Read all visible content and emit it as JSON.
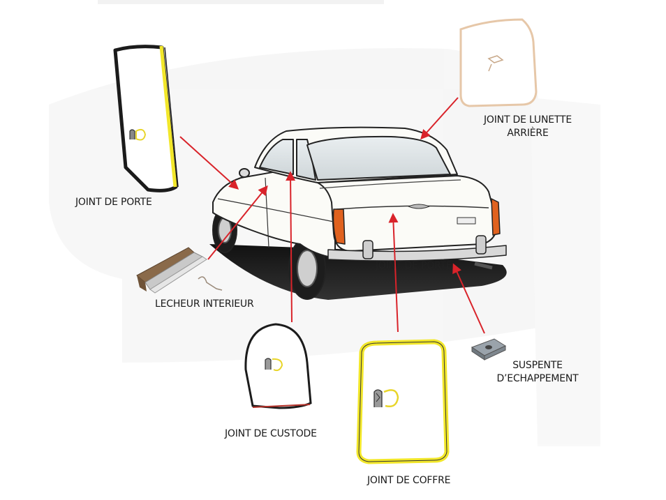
{
  "labels": {
    "joint_porte": "JOINT DE PORTE",
    "joint_lunette_line1": "JOINT DE LUNETTE",
    "joint_lunette_line2": "ARRIÈRE",
    "lecheur": "LECHEUR INTERIEUR",
    "joint_custode": "JOINT DE CUSTODE",
    "joint_coffre": "JOINT DE COFFRE",
    "suspente_line1": "SUSPENTE",
    "suspente_line2": "D’ECHAPPEMENT",
    "ghost_text": "JOINT DE PORTE"
  },
  "colors": {
    "arrow": "#d9232a",
    "seal_yellow": "#f2e72a",
    "seal_black": "#1b1b1b",
    "car_body": "#fbfbf7",
    "car_outline": "#222222",
    "lecheur_brown": "#8a6a4a",
    "lunette_tan": "#e6c7a8"
  },
  "icons": [
    "seal-profile-icon"
  ]
}
